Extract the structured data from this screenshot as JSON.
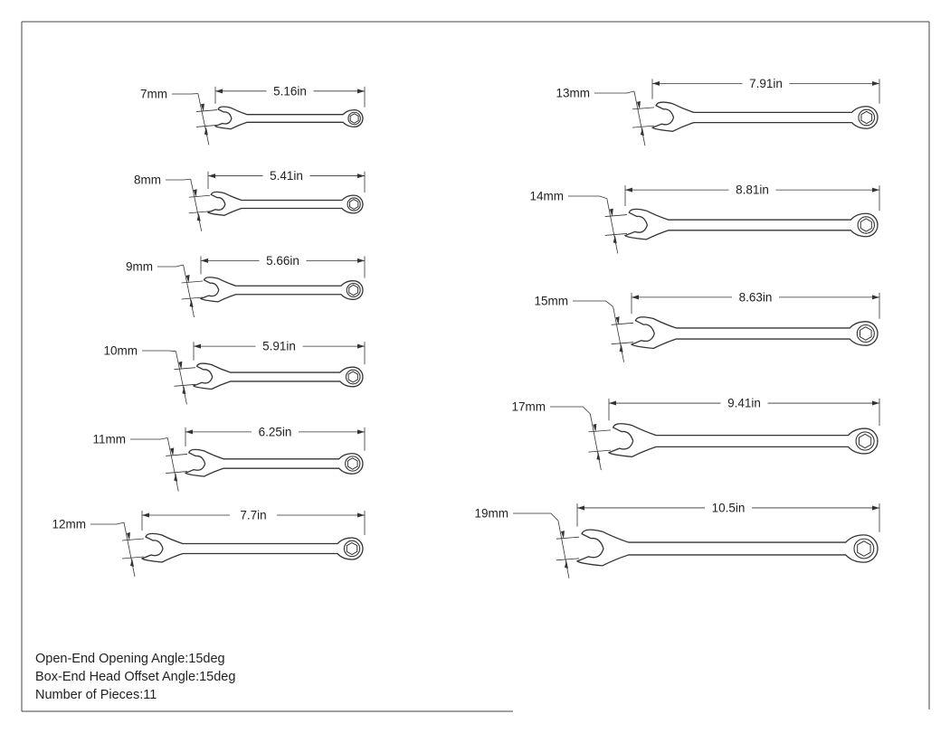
{
  "drawing": {
    "wrenches": [
      {
        "size": "7mm",
        "length": "5.16in"
      },
      {
        "size": "8mm",
        "length": "5.41in"
      },
      {
        "size": "9mm",
        "length": "5.66in"
      },
      {
        "size": "10mm",
        "length": "5.91in"
      },
      {
        "size": "11mm",
        "length": "6.25in"
      },
      {
        "size": "12mm",
        "length": "7.7in"
      },
      {
        "size": "13mm",
        "length": "7.91in"
      },
      {
        "size": "14mm",
        "length": "8.81in"
      },
      {
        "size": "15mm",
        "length": "8.63in"
      },
      {
        "size": "17mm",
        "length": "9.41in"
      },
      {
        "size": "19mm",
        "length": "10.5in"
      }
    ]
  },
  "notes": {
    "opening_angle": "Open-End Opening Angle:15deg",
    "head_offset": "Box-End Head Offset Angle:15deg",
    "pieces": "Number of Pieces:11"
  }
}
